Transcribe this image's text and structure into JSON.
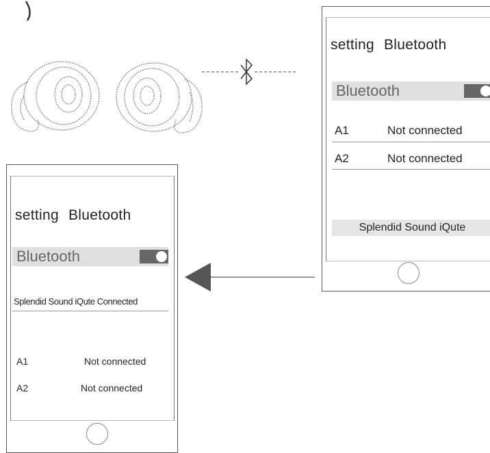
{
  "right_phone": {
    "title_left": "setting",
    "title_right": "Bluetooth",
    "toggle_label": "Bluetooth",
    "devices": [
      {
        "name": "A1",
        "status": "Not connected"
      },
      {
        "name": "A2",
        "status": "Not connected"
      }
    ],
    "found_device": "Splendid Sound iQute"
  },
  "left_phone": {
    "title_left": "setting",
    "title_right": "Bluetooth",
    "toggle_label": "Bluetooth",
    "connected_text": "Splendid Sound iQute Connected",
    "devices": [
      {
        "name": "A1",
        "status": "Not connected"
      },
      {
        "name": "A2",
        "status": "Not connected"
      }
    ]
  },
  "icons": {
    "bluetooth": "bluetooth-icon",
    "arrow": "arrow-left-icon",
    "earbuds": "earbuds-icon",
    "home": "home-button-icon"
  },
  "colors": {
    "bar_bg": "#e0e0e0",
    "toggle": "#666666",
    "line": "#555555"
  }
}
